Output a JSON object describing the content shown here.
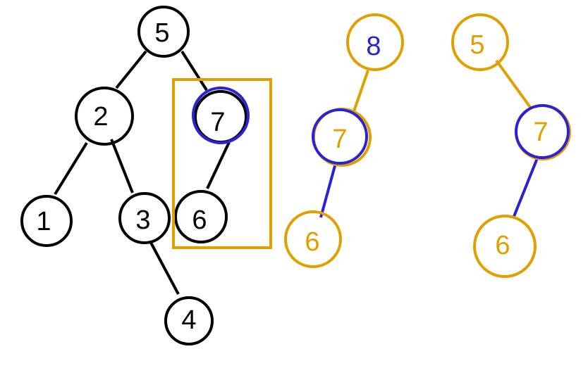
{
  "colors": {
    "black": "#000000",
    "gold": "#e0a000",
    "blue": "#2b22d6"
  },
  "tree": {
    "nodes": {
      "n5": "5",
      "n2": "2",
      "n7": "7",
      "n1": "1",
      "n3": "3",
      "n6": "6",
      "n4": "4"
    }
  },
  "fragment_a": {
    "n8": "8",
    "n7": "7",
    "n6": "6"
  },
  "fragment_b": {
    "n5": "5",
    "n7": "7",
    "n6": "6"
  }
}
